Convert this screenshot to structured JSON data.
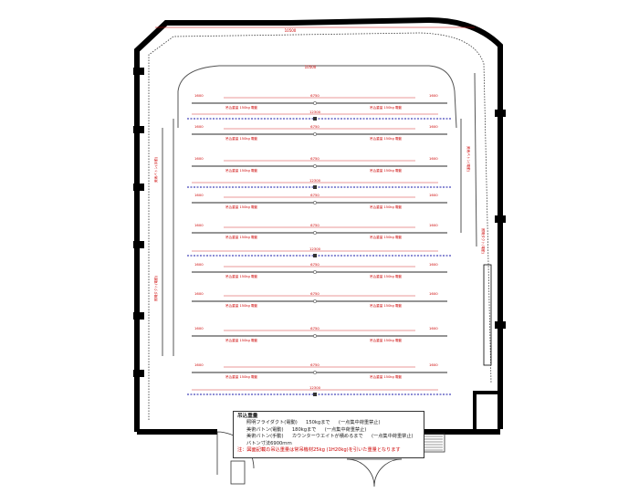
{
  "legend": {
    "title": "吊込重量",
    "lines": [
      {
        "item": "照明フライダクト(電動)",
        "limit": "150kgまで",
        "note": "(一点集中荷重禁止)"
      },
      {
        "item": "美術バトン(電動)",
        "limit": "180kgまで",
        "note": "(一点集中荷重禁止)"
      },
      {
        "item": "美術バトン(手動)",
        "limit": "カウンターウエイトが積めるまで",
        "note": "(一点集中荷重禁止)"
      }
    ],
    "spec": "バトン寸法6900ｍｍ",
    "caution": "注：図面記載の吊込重量は常吊機材25kg (1H20kg)を引いた重量となります"
  },
  "colors": {
    "wall": "#000000",
    "batten": "#555555",
    "dimension": "#cc0000",
    "lighting": "#1a1aa8"
  },
  "dimensions": {
    "main": "6750",
    "side": "1600",
    "long": "12300",
    "curve": "10500"
  },
  "batten_label": "吊込重量 150kg 電動",
  "lighting_label": "照明ダクト",
  "side_labels": {
    "left_upper": "美術バトン(手動)",
    "left_lower": "照明ダクト(電動)",
    "right_upper": "美術バトン(電動)",
    "right_lower": "照明ダクト(電動)"
  }
}
